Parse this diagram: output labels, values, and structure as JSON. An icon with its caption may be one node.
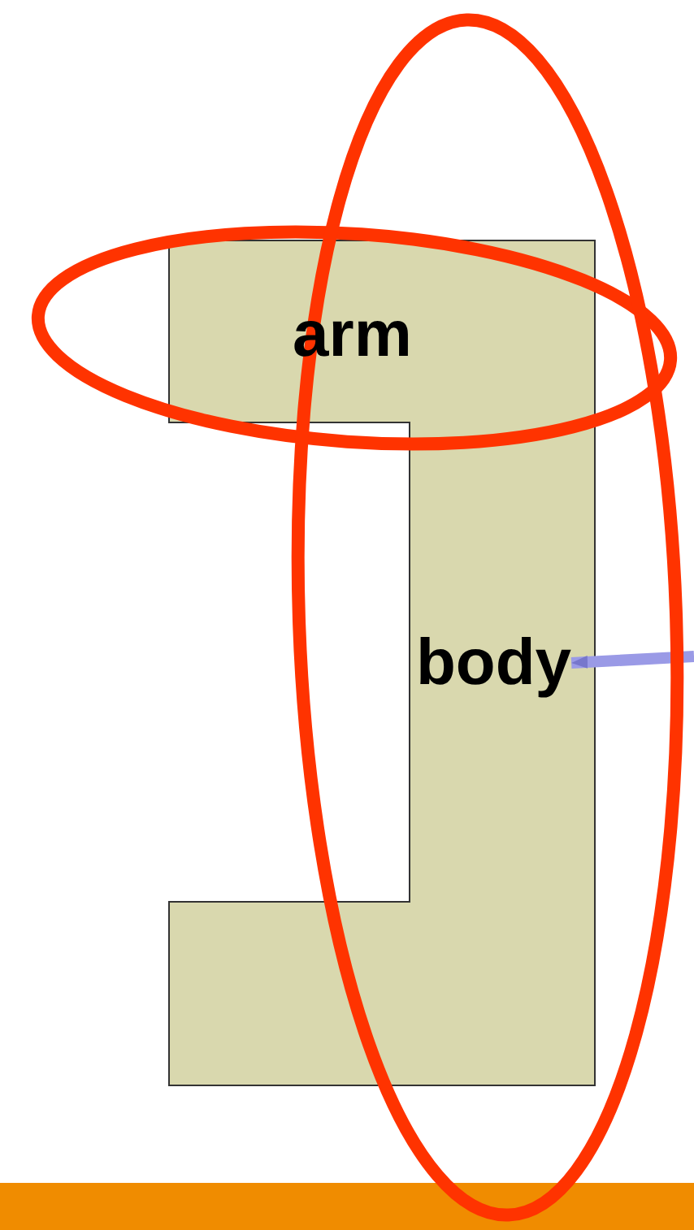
{
  "diagram": {
    "nodes": [
      {
        "text": [
          "arm"
        ]
      },
      {
        "text": [
          "body"
        ]
      }
    ],
    "edges": [
      {
        "from": null,
        "to": 1,
        "arrow": "to"
      }
    ]
  }
}
